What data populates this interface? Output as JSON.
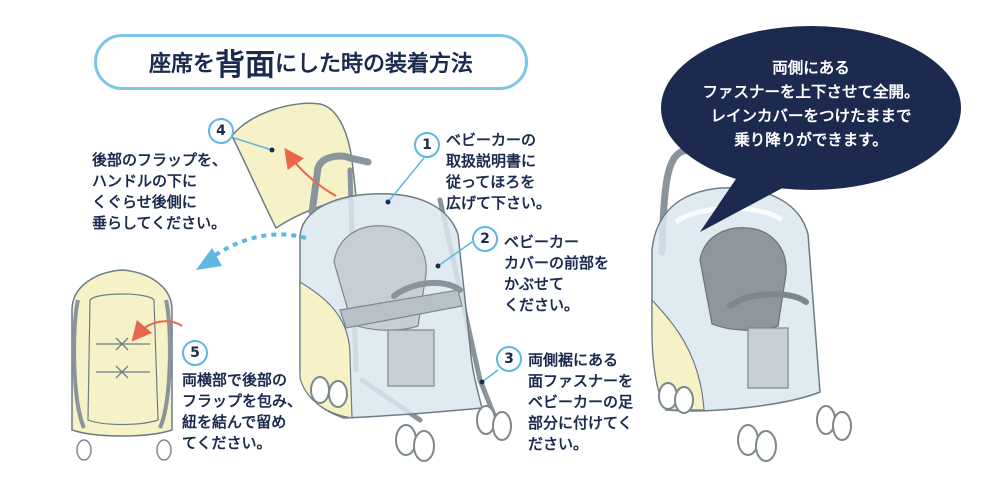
{
  "title": {
    "prefix": "座席を",
    "emphasis": "背面",
    "suffix": "にした時の装着方法"
  },
  "steps": [
    {
      "number": "1",
      "lines": [
        "ベビーカーの",
        "取扱説明書に",
        "従ってほろを",
        "広げて下さい。"
      ]
    },
    {
      "number": "2",
      "lines": [
        "ベビーカー",
        "カバーの前部を",
        "かぶせて",
        "ください。"
      ]
    },
    {
      "number": "3",
      "lines": [
        "両側裾にある",
        "面ファスナーを",
        "ベビーカーの足",
        "部分に付けてく",
        "ださい。"
      ]
    },
    {
      "number": "4",
      "lines": [
        "後部のフラップを、",
        "ハンドルの下に",
        "くぐらせ後側に",
        "垂らしてください。"
      ]
    },
    {
      "number": "5",
      "lines": [
        "両横部で後部の",
        "フラップを包み、",
        "紐を結んで留め",
        "てください。"
      ]
    }
  ],
  "callout": {
    "lines": [
      "両側にある",
      "ファスナーを上下させて全開。",
      "レインカバーをつけたままで",
      "乗り降りができます。"
    ]
  },
  "colors": {
    "navy": "#1b2a4e",
    "accent_blue": "#5cb7e3",
    "arrow_red": "#e8674a",
    "cover_yellow": "#f6f1c7",
    "cover_clear": "#d9e8ee",
    "stroke": "#6e7c86"
  }
}
